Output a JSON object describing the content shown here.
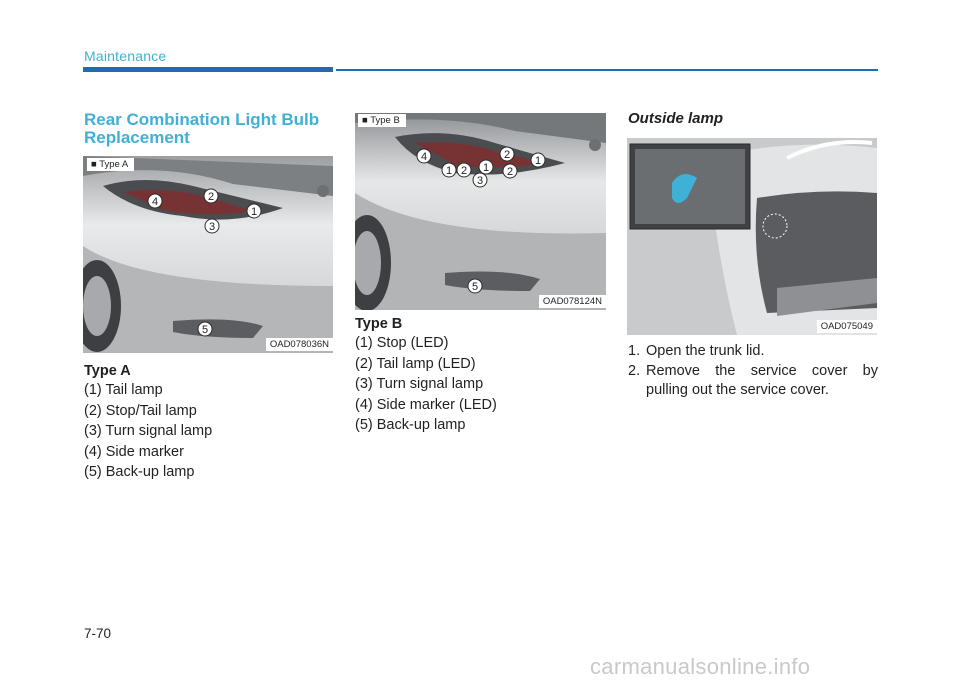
{
  "header": {
    "section": "Maintenance"
  },
  "heading": {
    "title": "Rear Combination Light Bulb Replacement"
  },
  "figure_a": {
    "tag": "■ Type A",
    "code": "OAD078036N",
    "callouts": [
      "4",
      "2",
      "1",
      "3",
      "5"
    ]
  },
  "list_a": {
    "title": "Type A",
    "items": [
      "(1) Tail lamp",
      "(2) Stop/Tail lamp",
      "(3) Turn signal lamp",
      "(4) Side marker",
      "(5) Back-up lamp"
    ]
  },
  "figure_b": {
    "tag": "■ Type B",
    "code": "OAD078124N",
    "callouts": [
      "4",
      "1",
      "2",
      "1",
      "2",
      "1",
      "3",
      "2",
      "5"
    ]
  },
  "list_b": {
    "title": "Type B",
    "items": [
      "(1) Stop (LED)",
      "(2) Tail lamp (LED)",
      "(3) Turn signal lamp",
      "(4) Side marker (LED)",
      "(5) Back-up lamp"
    ]
  },
  "outside": {
    "title": "Outside lamp",
    "figure_code": "OAD075049",
    "steps": [
      {
        "num": "1.",
        "text": "Open the trunk lid."
      },
      {
        "num": "2.",
        "text": "Remove the service cover by pulling out the service cover."
      }
    ]
  },
  "footer": {
    "page": "7-70",
    "watermark": "carmanualsonline.info"
  }
}
